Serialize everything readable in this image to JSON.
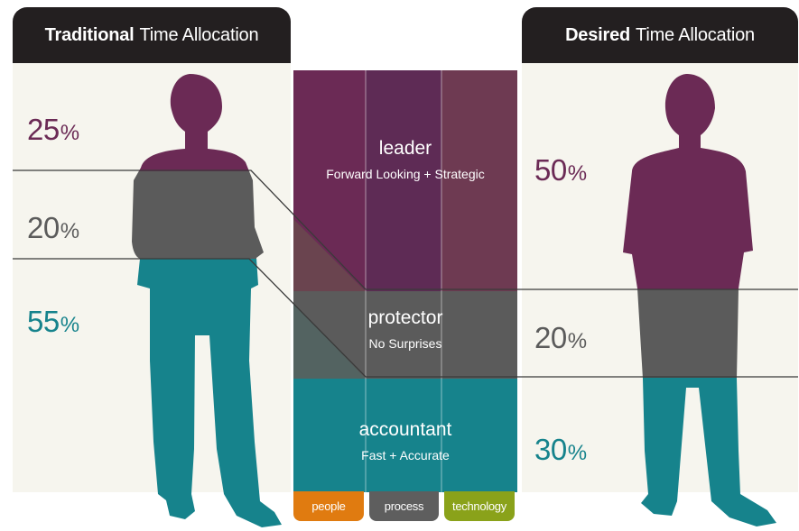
{
  "headers": {
    "left": {
      "bold": "Traditional",
      "rest": "Time Allocation"
    },
    "right": {
      "bold": "Desired",
      "rest": "Time Allocation"
    }
  },
  "traditional": {
    "leader_pct": "25",
    "protector_pct": "20",
    "accountant_pct": "55"
  },
  "desired": {
    "leader_pct": "50",
    "protector_pct": "20",
    "accountant_pct": "30"
  },
  "percent_symbol": "%",
  "roles": {
    "leader": {
      "name": "leader",
      "desc": "Forward Looking + Strategic"
    },
    "protector": {
      "name": "protector",
      "desc": "No Surprises"
    },
    "accountant": {
      "name": "accountant",
      "desc": "Fast + Accurate"
    }
  },
  "tags": {
    "people": "people",
    "process": "process",
    "technology": "technology"
  },
  "colors": {
    "leader": "#6b2a55",
    "protector": "#5b5b5b",
    "accountant": "#16838c",
    "people": "#e07b10",
    "process": "#5e5e5e",
    "technology": "#8aa21a",
    "header": "#231f20",
    "panel": "#f6f5ee"
  }
}
